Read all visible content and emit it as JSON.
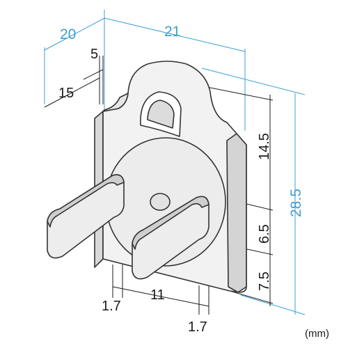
{
  "figure": {
    "unit_label": "(mm)",
    "colors": {
      "dimension_blue": "#3a9fd4",
      "dimension_black": "#1a1a1a",
      "body_fill": "#f0f0f0",
      "body_shade": "#cfcfcf",
      "outline": "#333333"
    }
  },
  "dimensions": {
    "depth_total": "20",
    "width": "21",
    "tab_offset": "5",
    "prong_length": "15",
    "upper_height": "14.5",
    "total_height": "28.5",
    "prong_spacing_vertical": "6.5",
    "lower_height": "7.5",
    "prong_spacing": "11",
    "prong_thickness_left": "1.7",
    "prong_thickness_right": "1.7"
  }
}
